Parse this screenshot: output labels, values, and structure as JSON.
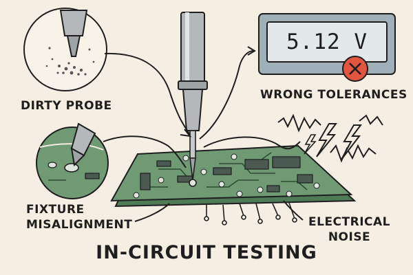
{
  "title": "IN-CIRCUIT TESTING",
  "labels": {
    "dirty_probe": "DIRTY PROBE",
    "fixture_line1": "FIXTURE",
    "fixture_line2": "MISALIGNMENT",
    "wrong_tolerances": "WRONG TOLERANCES",
    "noise_line1": "ELECTRICAL",
    "noise_line2": "NOISE"
  },
  "meter": {
    "reading": "5.12 V",
    "status_icon": "x-icon"
  },
  "colors": {
    "background": "#f4efe2",
    "pcb": "#6f9a74",
    "pcb_edge": "#4f7a56",
    "ink": "#1e1e1e",
    "error_red": "#e2553f",
    "meter_screen": "#e3e8ea",
    "probe_metal": "#b4b8bb"
  }
}
